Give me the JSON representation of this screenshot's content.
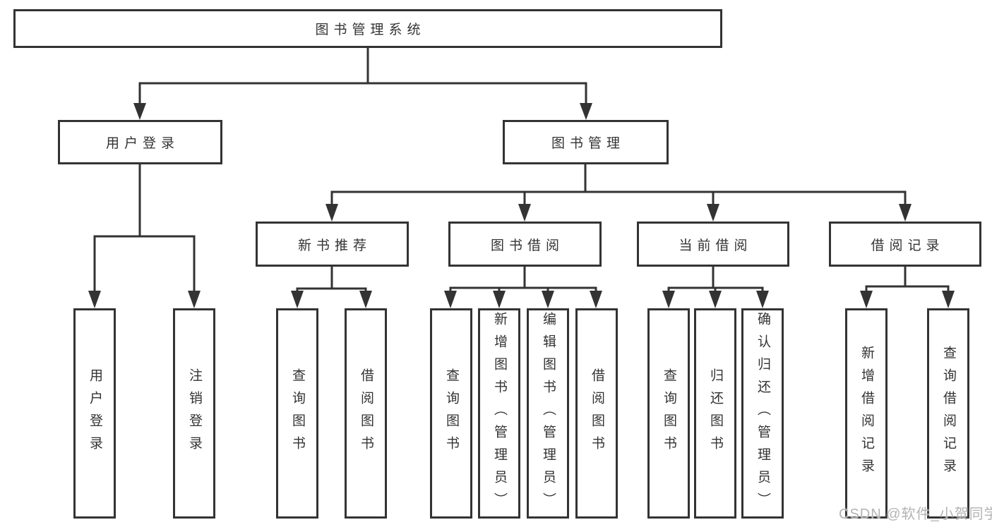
{
  "page": {
    "background": "#ffffff"
  },
  "colors": {
    "line": "#333333",
    "box_border": "#333333",
    "box_fill": "#ffffff",
    "text": "#333333",
    "watermark": "#b3b3b3"
  },
  "watermark": {
    "text": "CSDN @软件_小贺同学"
  },
  "tree": {
    "root": {
      "label": "图书管理系统"
    },
    "level2": [
      {
        "label": "用户登录"
      },
      {
        "label": "图书管理"
      }
    ],
    "level3": [
      {
        "label": "新书推荐",
        "parent": "图书管理"
      },
      {
        "label": "图书借阅",
        "parent": "图书管理"
      },
      {
        "label": "当前借阅",
        "parent": "图书管理"
      },
      {
        "label": "借阅记录",
        "parent": "图书管理"
      }
    ],
    "leaves": [
      {
        "label": "用户登录",
        "parent": "用户登录"
      },
      {
        "label": "注销登录",
        "parent": "用户登录"
      },
      {
        "label": "查询图书",
        "parent": "新书推荐"
      },
      {
        "label": "借阅图书",
        "parent": "新书推荐"
      },
      {
        "label": "查询图书",
        "parent": "图书借阅"
      },
      {
        "label": "新增图书（管理员）",
        "parent": "图书借阅"
      },
      {
        "label": "编辑图书（管理员）",
        "parent": "图书借阅"
      },
      {
        "label": "借阅图书",
        "parent": "图书借阅"
      },
      {
        "label": "查询图书",
        "parent": "当前借阅"
      },
      {
        "label": "归还图书",
        "parent": "当前借阅"
      },
      {
        "label": "确认归还（管理员）",
        "parent": "当前借阅"
      },
      {
        "label": "新增借阅记录",
        "parent": "借阅记录"
      },
      {
        "label": "查询借阅记录",
        "parent": "借阅记录"
      }
    ]
  }
}
